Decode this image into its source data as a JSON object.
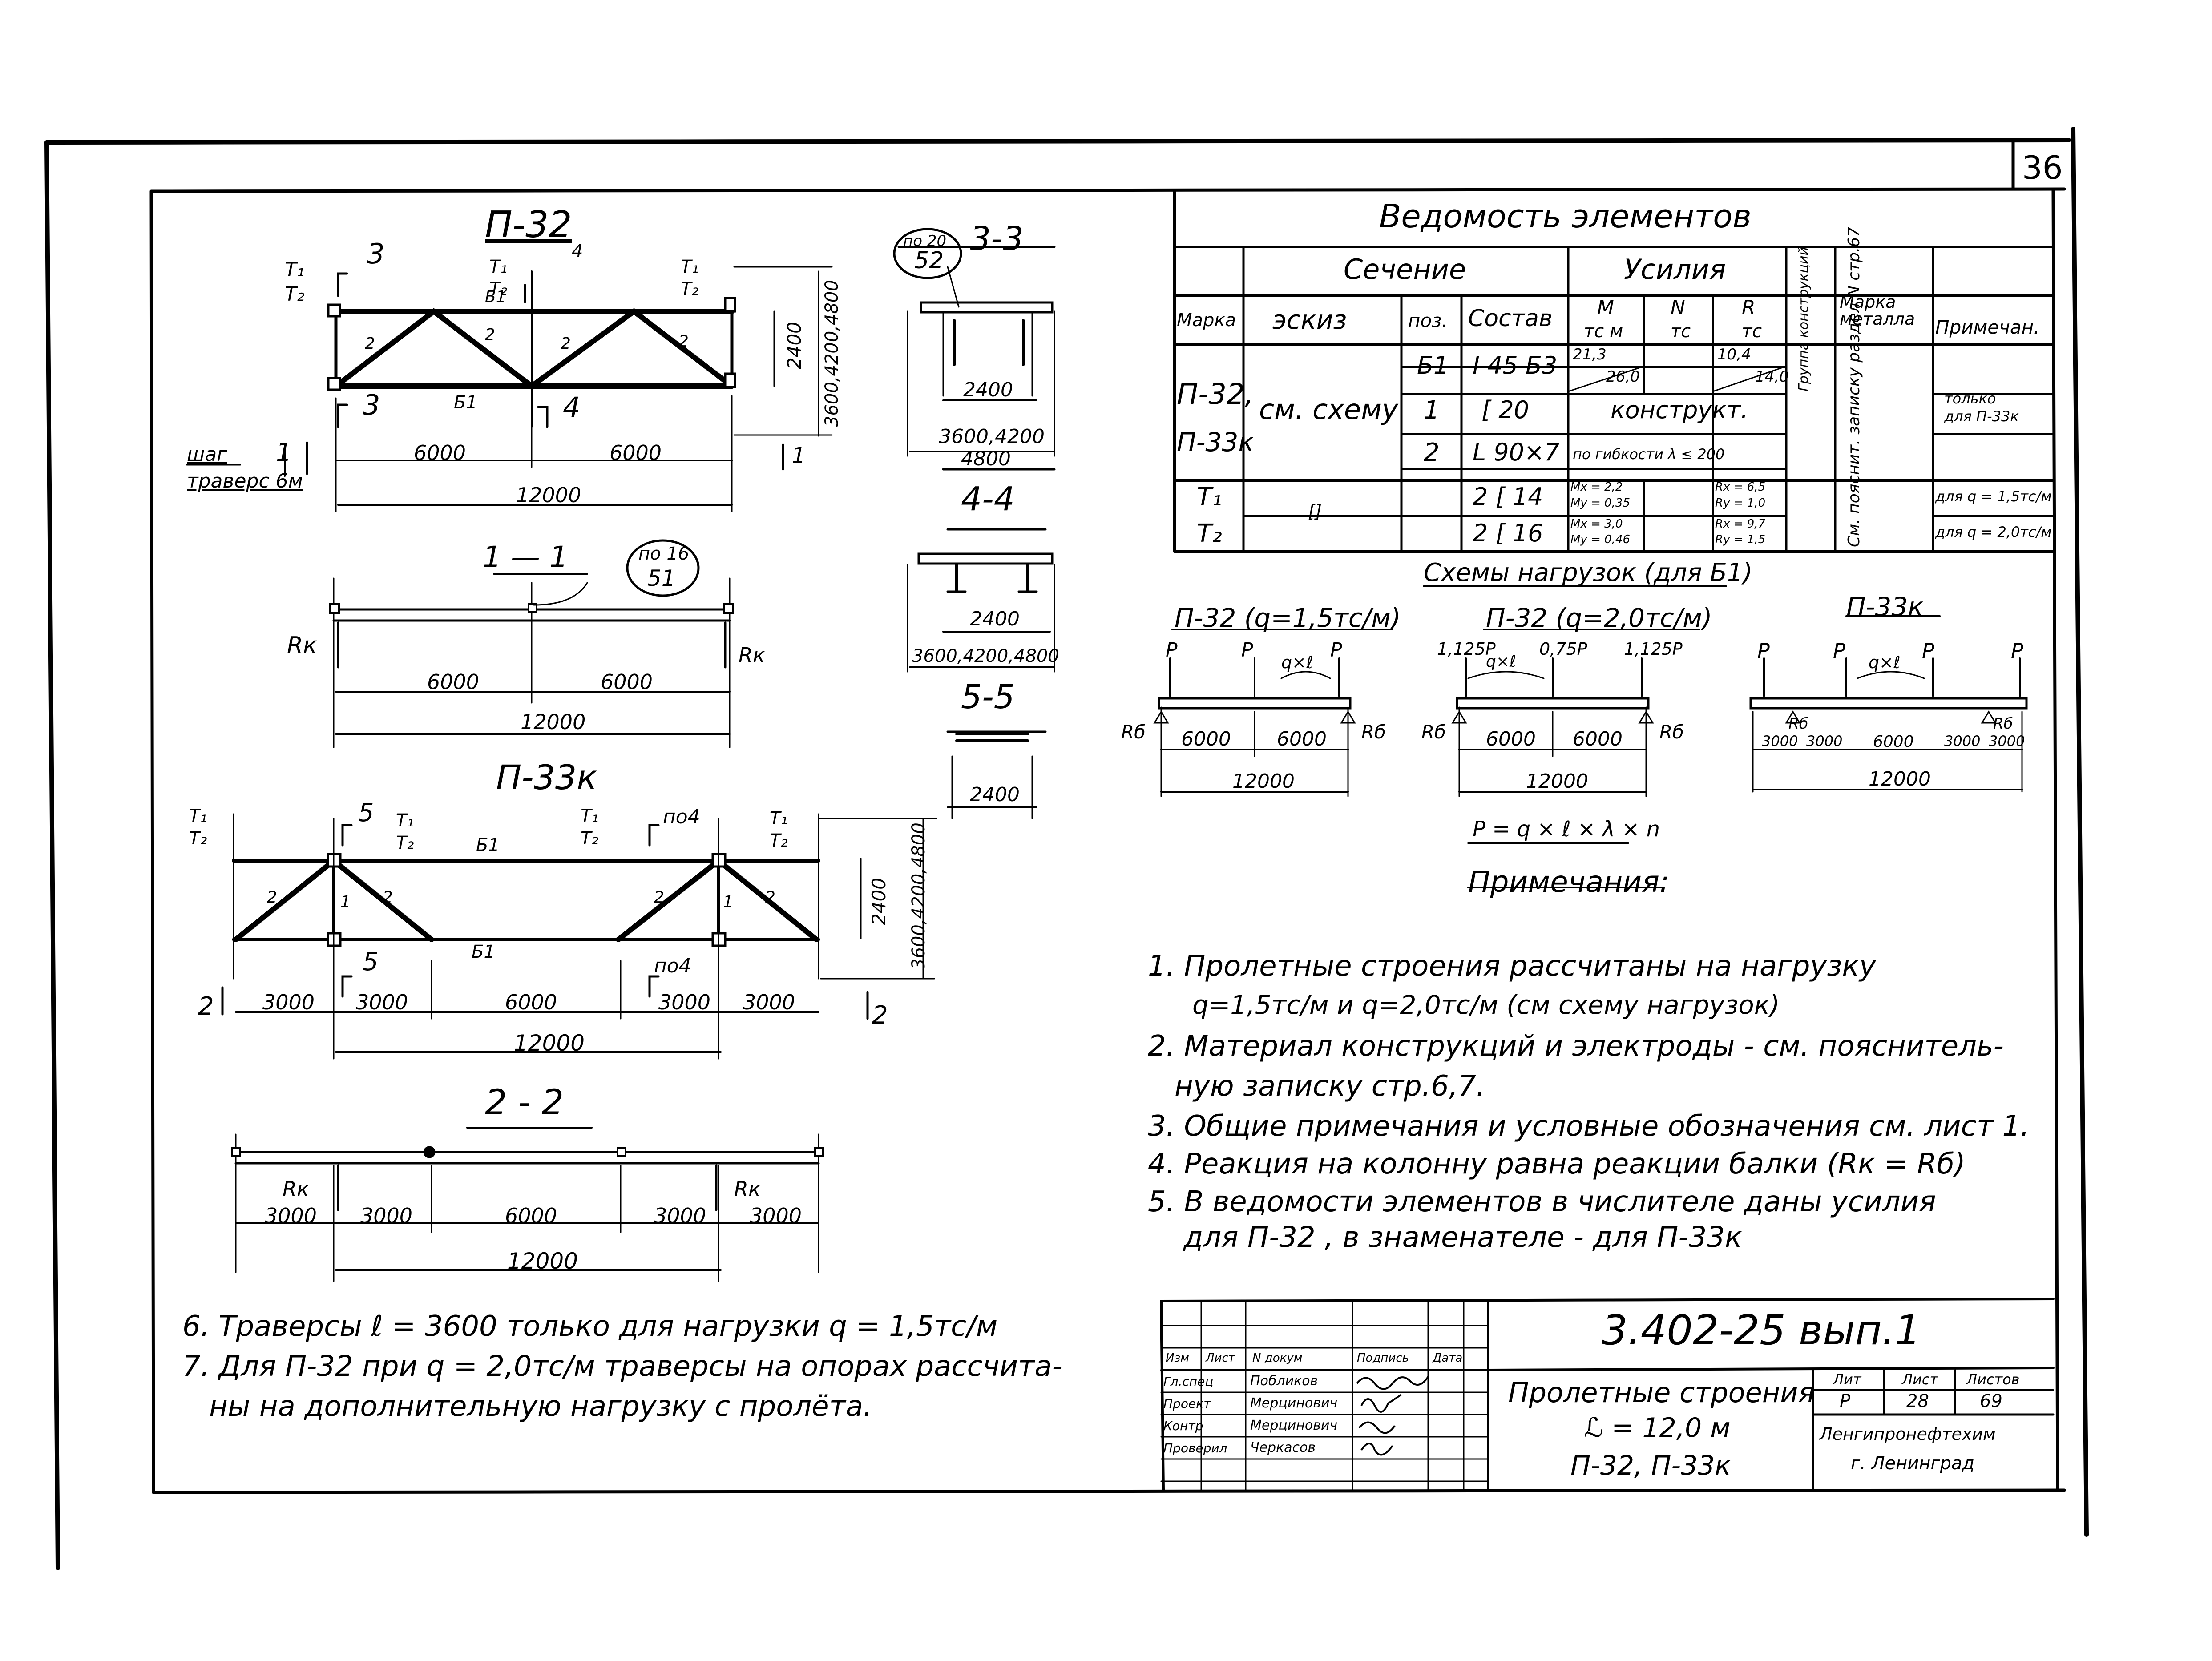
{
  "sheet": {
    "number": "36",
    "doc_code": "3.402-25 вып.1",
    "title_line1": "Пролетные строения",
    "title_line2": "ℒ = 12,0 м",
    "title_line3": "П-32, П-33к",
    "stage_hdr": "Лит",
    "sheet_hdr": "Лист",
    "sheets_hdr": "Листов",
    "stage": "Р",
    "sheet": "28",
    "sheets": "69",
    "org1": "Ленгипронефтехим",
    "org2": "г. Ленинград"
  },
  "stamp": {
    "headers": [
      "Изм",
      "Лист",
      "N докум",
      "Подпись",
      "Дата"
    ],
    "rows": [
      {
        "role": "Гл.спец",
        "name": "Побликов"
      },
      {
        "role": "Проект",
        "name": "Мерцинович"
      },
      {
        "role": "Контр",
        "name": "Мерцинович"
      },
      {
        "role": "Проверил",
        "name": "Черкасов"
      }
    ]
  },
  "drawings": {
    "p32_title": "П-32",
    "p33k_title": "П-33к",
    "s11": "1 — 1",
    "s22": "2 - 2",
    "s33": "3-3",
    "s44": "4-4",
    "s55": "5-5",
    "d6000": "6000",
    "d12000": "12000",
    "d3000": "3000",
    "d2400": "2400",
    "d_heights": "3600,4200,4800",
    "d_heights_b": "3600,4200",
    "d4800": "4800",
    "h_2400": "2400",
    "b1": "Б1",
    "e1": "1",
    "e2": "2",
    "t1": "T₁",
    "t2": "T₂",
    "rk": "Rк",
    "rb": "Rб",
    "n3": "3",
    "n4": "4",
    "n5": "5",
    "n1": "1",
    "n2": "2",
    "po4": "по4",
    "shag": "шаг",
    "travers": "траверс 6м",
    "callout1_top": "по 16",
    "callout1_bot": "51",
    "callout2_top": "по 20",
    "callout2_bot": "52"
  },
  "table": {
    "title": "Ведомость элементов",
    "h_section": "Сечение",
    "h_forces": "Усилия",
    "h_group": "Группа конструкций",
    "h_mark": "Марка",
    "h_sketch": "эскиз",
    "h_pos": "поз.",
    "h_comp": "Состав",
    "h_M": "M",
    "h_M_u": "тс м",
    "h_N": "N",
    "h_N_u": "тс",
    "h_R": "R",
    "h_R_u": "тс",
    "h_metal": "Марка металла",
    "h_note": "Примечан.",
    "mark1": "П-32,",
    "mark2": "П-33к",
    "sketch": "см. схему",
    "r1_pos": "Б1",
    "r1_comp": "I 45 Б3",
    "r1_M_top": "21,3",
    "r1_M_bot": "26,0",
    "r1_R_top": "10,4",
    "r1_R_bot": "14,0",
    "r2_pos": "1",
    "r2_comp": "[ 20",
    "r2_forces": "конструкт.",
    "r2_note1": "только",
    "r2_note2": "для П-33к",
    "r3_pos": "2",
    "r3_comp": "L 90×7",
    "r3_forces": "по гибкости λ ≤ 200",
    "r4_mark": "T₁",
    "r4_sketch": "[]",
    "r4_comp": "2 [ 14",
    "r4_f1": "Mx = 2,2",
    "r4_f2": "My = 0,35",
    "r4_f3": "Rx = 6,5",
    "r4_f4": "Ry = 1,0",
    "r4_note": "для q = 1,5тс/м",
    "r5_mark": "T₂",
    "r5_comp": "2 [ 16",
    "r5_f1": "Mx = 3,0",
    "r5_f2": "My = 0,46",
    "r5_f3": "Rx = 9,7",
    "r5_f4": "Ry = 1,5",
    "r5_note": "для q = 2,0тс/м",
    "metal_note": "См. пояснит. записку раздел N стр.67"
  },
  "load_schemes": {
    "title": "Схемы нагрузок (для Б1)",
    "s1_title": "П-32 (q=1,5тс/м)",
    "s2_title": "П-32 (q=2,0тс/м)",
    "s3_title": "П-33к",
    "p": "P",
    "qxl": "q×ℓ",
    "p1125": "1,125P",
    "p075": "0,75P",
    "rb": "Rб",
    "d6000": "6000",
    "d12000": "12000",
    "d3000": "3000",
    "formula": "P = q × ℓ × λ × n"
  },
  "notes": {
    "title": "Примечания:",
    "n1a": "1. Пролетные строения рассчитаны на нагрузку",
    "n1b": "q=1,5тс/м и q=2,0тс/м   (см схему нагрузок)",
    "n2a": "2. Материал  конструкций  и  электроды - см. пояснитель-",
    "n2b": "ную  записку   стр.6,7.",
    "n3": "3. Общие  примечания  и условные обозначения  см. лист 1.",
    "n4": "4. Реакция   на колонну равна реакции балки (Rк = Rб)",
    "n5a": "5. В  ведомости  элементов  в числителе даны усилия",
    "n5b": "для  П-32 , в знаменателе  - для  П-33к",
    "n6": "6. Траверсы  ℓ = 3600  только  для  нагрузки  q = 1,5тс/м",
    "n7a": "7. Для  П-32  при   q = 2,0тс/м  траверсы на опорах рассчита-",
    "n7b": "ны   на дополнительную   нагрузку с пролёта."
  }
}
